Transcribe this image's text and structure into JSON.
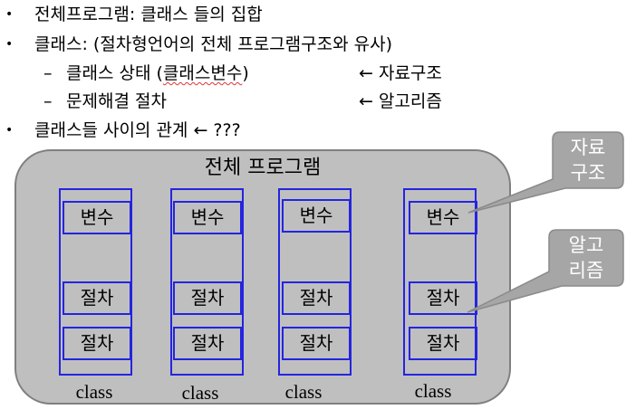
{
  "bullets": [
    {
      "text": "전체프로그램: 클래스 들의 집합"
    },
    {
      "text": "클래스: (절차형언어의 전체 프로그램구조와 유사)"
    },
    {
      "text": "클래스들 사이의 관계 ← ???"
    }
  ],
  "sub_bullets": [
    {
      "dash": "–",
      "pre": "클래스 상태  (",
      "underlined": "클래스변수",
      "post": ")",
      "arrow": "← 자료구조"
    },
    {
      "dash": "–",
      "text": "문제해결 절차",
      "arrow": "← 알고리즘"
    }
  ],
  "diagram": {
    "program_title": "전체 프로그램",
    "classes": [
      {
        "var_label": "변수",
        "proc1_label": "절차",
        "proc2_label": "절차",
        "label": "class"
      },
      {
        "var_label": "변수",
        "proc1_label": "절차",
        "proc2_label": "절차",
        "label": "class"
      },
      {
        "var_label": "변수",
        "proc1_label": "절차",
        "proc2_label": "절차",
        "label": "class"
      },
      {
        "var_label": "변수",
        "proc1_label": "절차",
        "proc2_label": "절차",
        "label": "class"
      }
    ]
  },
  "callouts": {
    "data_structure": {
      "line1": "자료",
      "line2": "구조"
    },
    "algorithm": {
      "line1": "알고",
      "line2": "리즘"
    }
  },
  "colors": {
    "program_fill": "#bfbfbf",
    "class_border": "#2424e0",
    "callout_fill": "#a6a6a6"
  }
}
